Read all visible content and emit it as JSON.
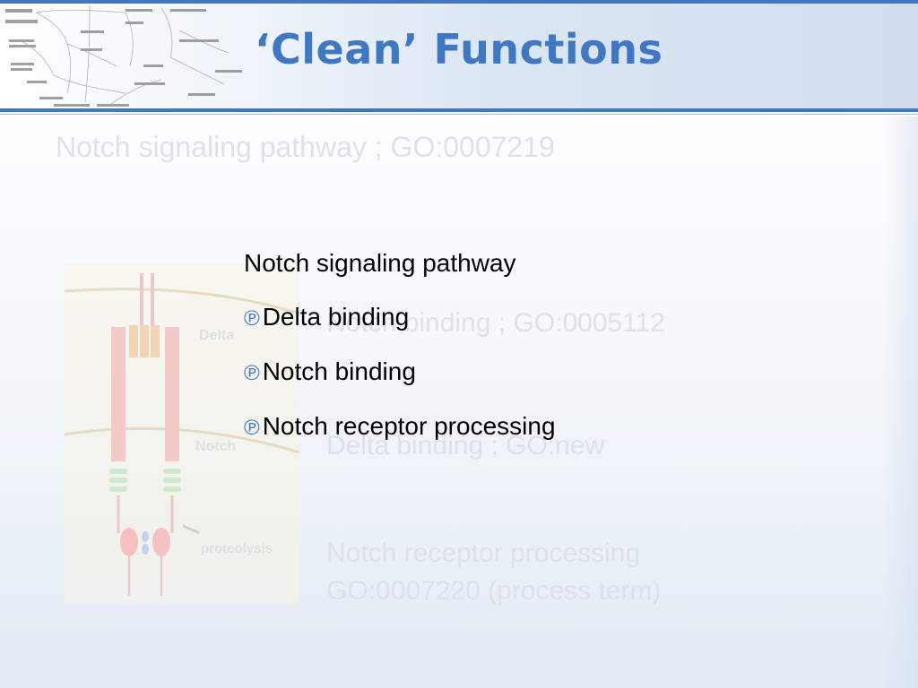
{
  "slide": {
    "title": "‘Clean’ Functions",
    "subtitle_faded": "Notch signaling pathway ; GO:0007219",
    "faded_terms": [
      "Notch binding ; GO:0005112",
      "Delta binding ; GO:new",
      "Notch receptor processing",
      "GO:0007220 (process term)"
    ],
    "diagram_labels": {
      "delta": "Delta",
      "notch": "Notch",
      "proteolysis": "proteolysis"
    },
    "bullet_heading": "Notch signaling pathway",
    "bullet_marker": "℗",
    "bullets": [
      "Delta binding",
      "Notch binding",
      "Notch receptor processing"
    ]
  },
  "colors": {
    "accent": "#3f77c3",
    "faded_text": "#dde2ea"
  }
}
